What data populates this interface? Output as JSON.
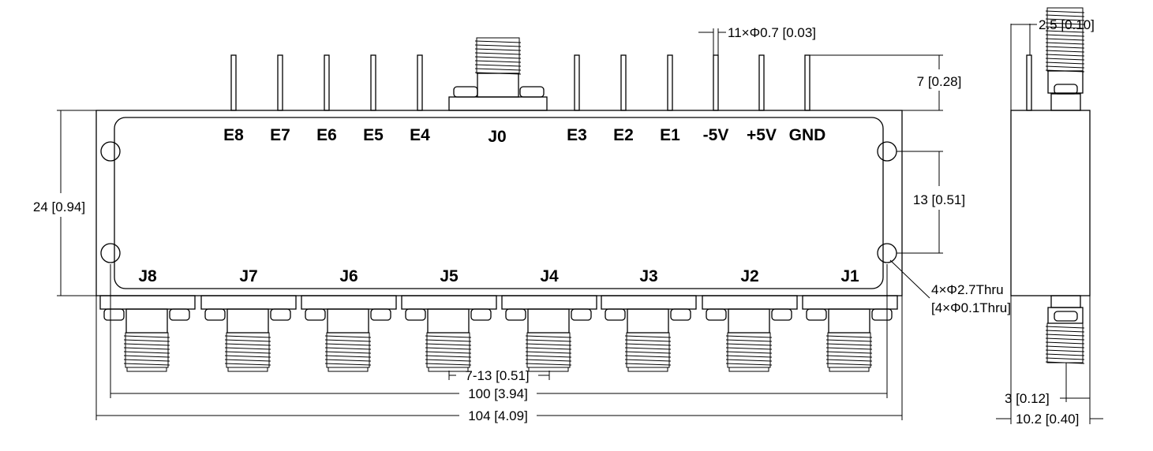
{
  "top_pins": [
    "E8",
    "E7",
    "E6",
    "E5",
    "E4",
    "E3",
    "E2",
    "E1",
    "-5V",
    "+5V",
    "GND"
  ],
  "top_connector": "J0",
  "bottom_connectors": [
    "J8",
    "J7",
    "J6",
    "J5",
    "J4",
    "J3",
    "J2",
    "J1"
  ],
  "dimensions": {
    "height": "24 [0.94]",
    "hole_spacing": "13 [0.51]",
    "pin_length": "7 [0.28]",
    "pin_dia": "11×Φ0.7 [0.03]",
    "holes_mm": "4×Φ2.7Thru",
    "holes_in": "[4×Φ0.1Thru]",
    "pitch": "7-13 [0.51]",
    "hole_span": "100 [3.94]",
    "length": "104 [4.09]",
    "side_pin": "2.5 [0.10]",
    "side_conn": "3 [0.12]",
    "width": "10.2 [0.40]"
  }
}
